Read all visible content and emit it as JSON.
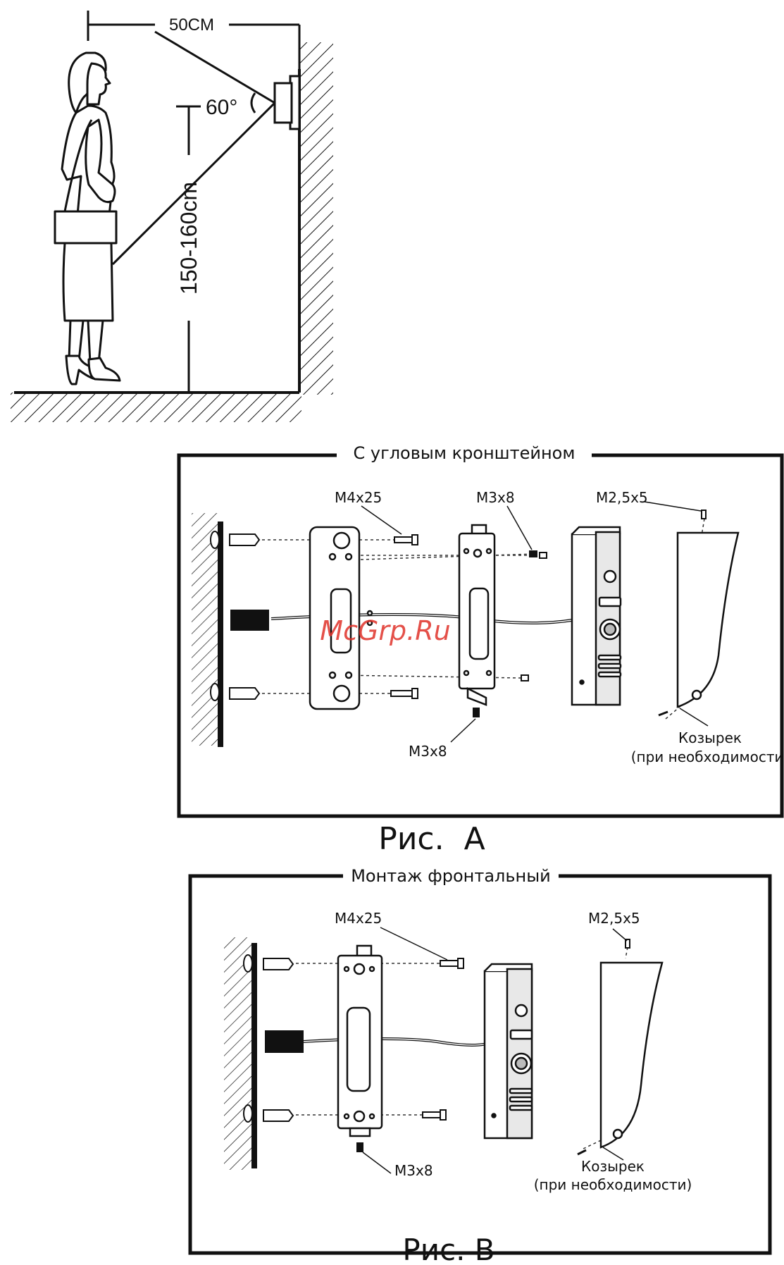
{
  "install_height": {
    "distance_label": "50CM",
    "angle_label": "60°",
    "height_label": "150-160cm"
  },
  "figure_a": {
    "panel_title": "С угловым кронштейном",
    "screw_top": "M4x25",
    "screw_bracket": "M3x8",
    "screw_visor": "M2,5x5",
    "screw_bottom": "M3x8",
    "visor_label": "Козырек",
    "visor_note": "(при необходимости)",
    "caption": "Рис.  A",
    "watermark": "McGrp.Ru"
  },
  "figure_b": {
    "panel_title": "Монтаж фронтальный",
    "screw_top": "M4x25",
    "screw_visor": "M2,5x5",
    "screw_bottom": "M3x8",
    "visor_label": "Козырек",
    "visor_note": "(при необходимости)",
    "caption": "Рис. B"
  }
}
